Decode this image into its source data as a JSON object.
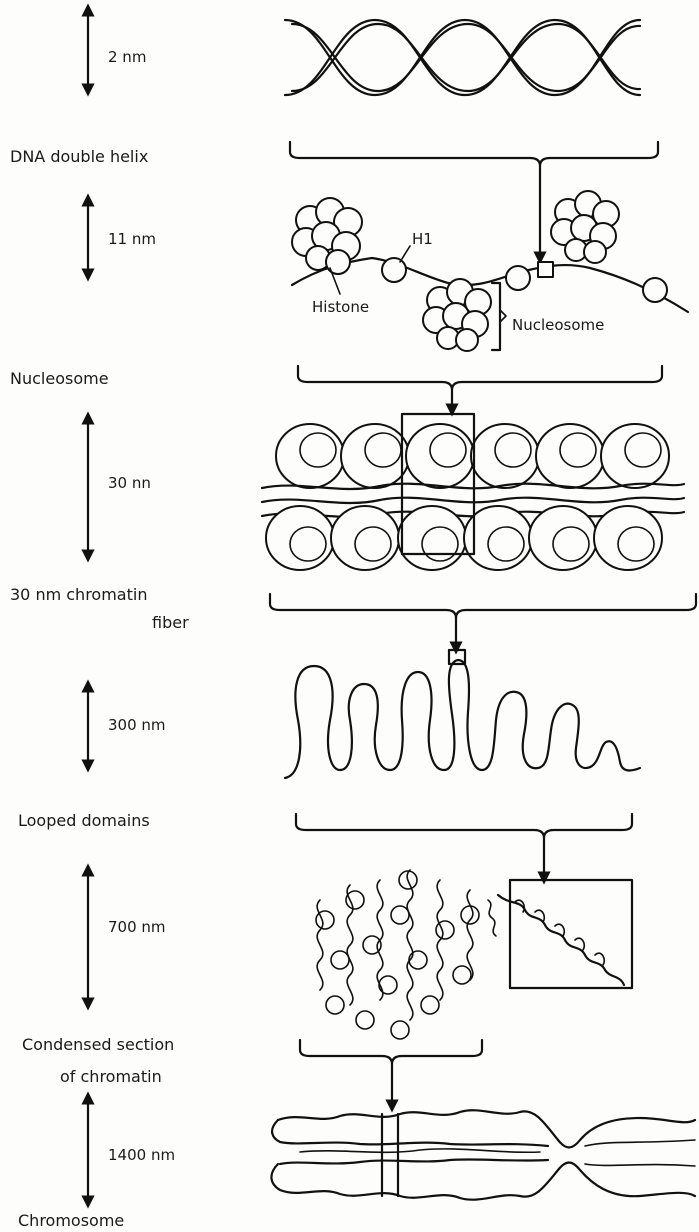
{
  "stages": [
    {
      "scale": "2 nm",
      "name": "DNA double helix"
    },
    {
      "scale": "11 nm",
      "name": "Nucleosome"
    },
    {
      "scale": "30 nn",
      "name_line1": "30 nm chromatin",
      "name_line2": "fiber"
    },
    {
      "scale": "300 nm",
      "name": "Looped domains"
    },
    {
      "scale": "700 nm",
      "name_line1": "Condensed section",
      "name_line2": "of chromatin"
    },
    {
      "scale": "1400 nm",
      "name": "Chromosome"
    }
  ],
  "callouts": {
    "h1": "H1",
    "histone": "Histone",
    "nucleosome": "Nucleosome"
  }
}
